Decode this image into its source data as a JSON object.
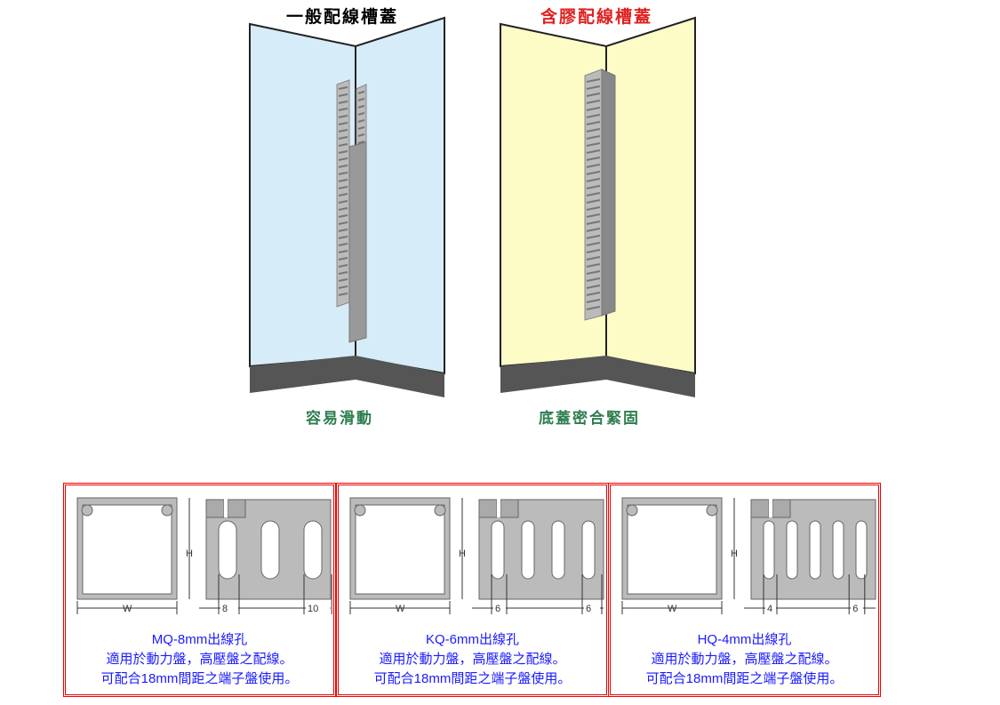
{
  "left_panel": {
    "title": "一般配線槽蓋",
    "caption": "容易滑動",
    "title_color": "#333333",
    "wall_color": "#d6ecf9"
  },
  "right_panel": {
    "title": "含膠配線槽蓋",
    "caption": "底蓋密合緊固",
    "title_color": "#e02020",
    "wall_color": "#fdfcc6"
  },
  "products": [
    {
      "model": "MQ-8mm出線孔",
      "line1": "適用於動力盤，高壓盤之配線。",
      "line2": "可配合18mm間距之端子盤使用。",
      "dim_w": "W",
      "dim_h": "H",
      "dim_a": "8",
      "dim_b": "10",
      "slots": 3
    },
    {
      "model": "KQ-6mm出線孔",
      "line1": "適用於動力盤，高壓盤之配線。",
      "line2": "可配合18mm間距之端子盤使用。",
      "dim_w": "W",
      "dim_h": "H",
      "dim_a": "6",
      "dim_b": "6",
      "slots": 4
    },
    {
      "model": "HQ-4mm出線孔",
      "line1": "適用於動力盤，高壓盤之配線。",
      "line2": "可配合18mm間距之端子盤使用。",
      "dim_w": "W",
      "dim_h": "H",
      "dim_a": "4",
      "dim_b": "6",
      "slots": 5
    }
  ]
}
